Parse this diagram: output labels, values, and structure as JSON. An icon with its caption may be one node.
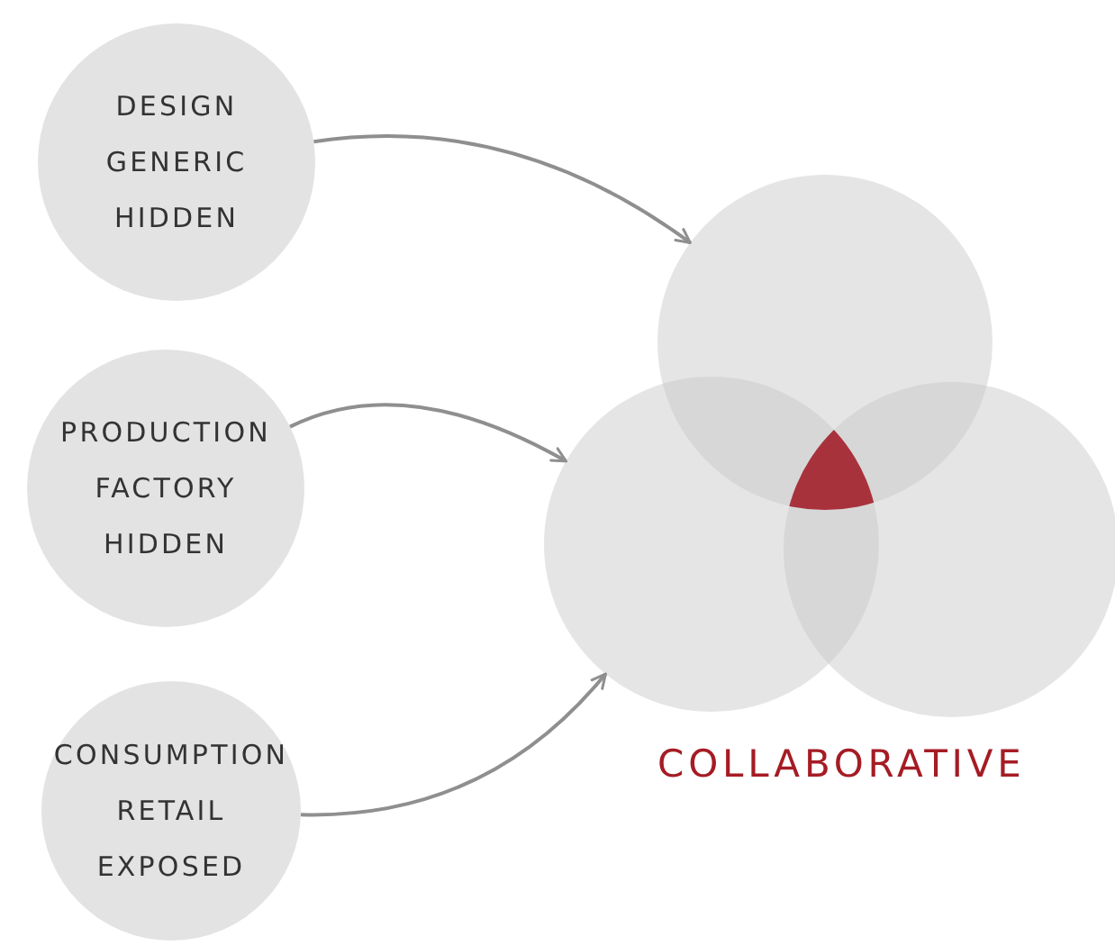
{
  "diagram": {
    "nodes": [
      {
        "text": [
          "DESIGN GENERIC HIDDEN"
        ]
      },
      {
        "text": [
          "PRODUCTION FACTORY HIDDEN"
        ]
      },
      {
        "text": [
          "CONSUMPTION RETAIL EXPOSED"
        ]
      },
      {
        "text": [],
        "shape": "circle"
      },
      {
        "text": [],
        "shape": "circle"
      },
      {
        "text": [],
        "shape": "circle"
      }
    ],
    "edges": [
      {
        "from": 0,
        "to": 3,
        "arrow": "to"
      },
      {
        "from": 1,
        "to": 4,
        "arrow": "to"
      },
      {
        "from": 2,
        "to": 4,
        "arrow": "to"
      }
    ],
    "labels": [
      "COLLABORATIVE"
    ]
  }
}
